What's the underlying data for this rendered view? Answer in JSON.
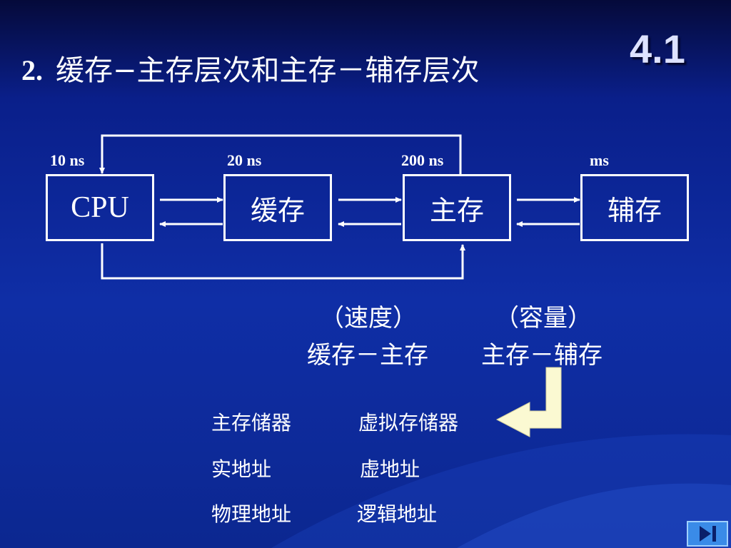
{
  "slide": {
    "number": "4.1",
    "title_index": "2.",
    "title_text": "缓存−主存层次和主存－辅存层次"
  },
  "diagram": {
    "boxes": [
      "CPU",
      "缓存",
      "主存",
      "辅存"
    ],
    "latencies": [
      "10 ns",
      "20 ns",
      "200 ns",
      "ms"
    ]
  },
  "hierarchy": {
    "speed_label": "（速度）",
    "capacity_label": "（容量）",
    "cache_main": "缓存－主存",
    "main_aux": "主存－辅存"
  },
  "terms": {
    "left": [
      "主存储器",
      "实地址",
      "物理地址"
    ],
    "right": [
      "虚拟存储器",
      "虚地址",
      "逻辑地址"
    ]
  },
  "colors": {
    "background": "#0f2ea6",
    "arrow_fill": "#fbf9d2",
    "nav_button": "#3a8be8"
  },
  "icons": [
    "return-arrow-icon",
    "next-slide-icon"
  ]
}
